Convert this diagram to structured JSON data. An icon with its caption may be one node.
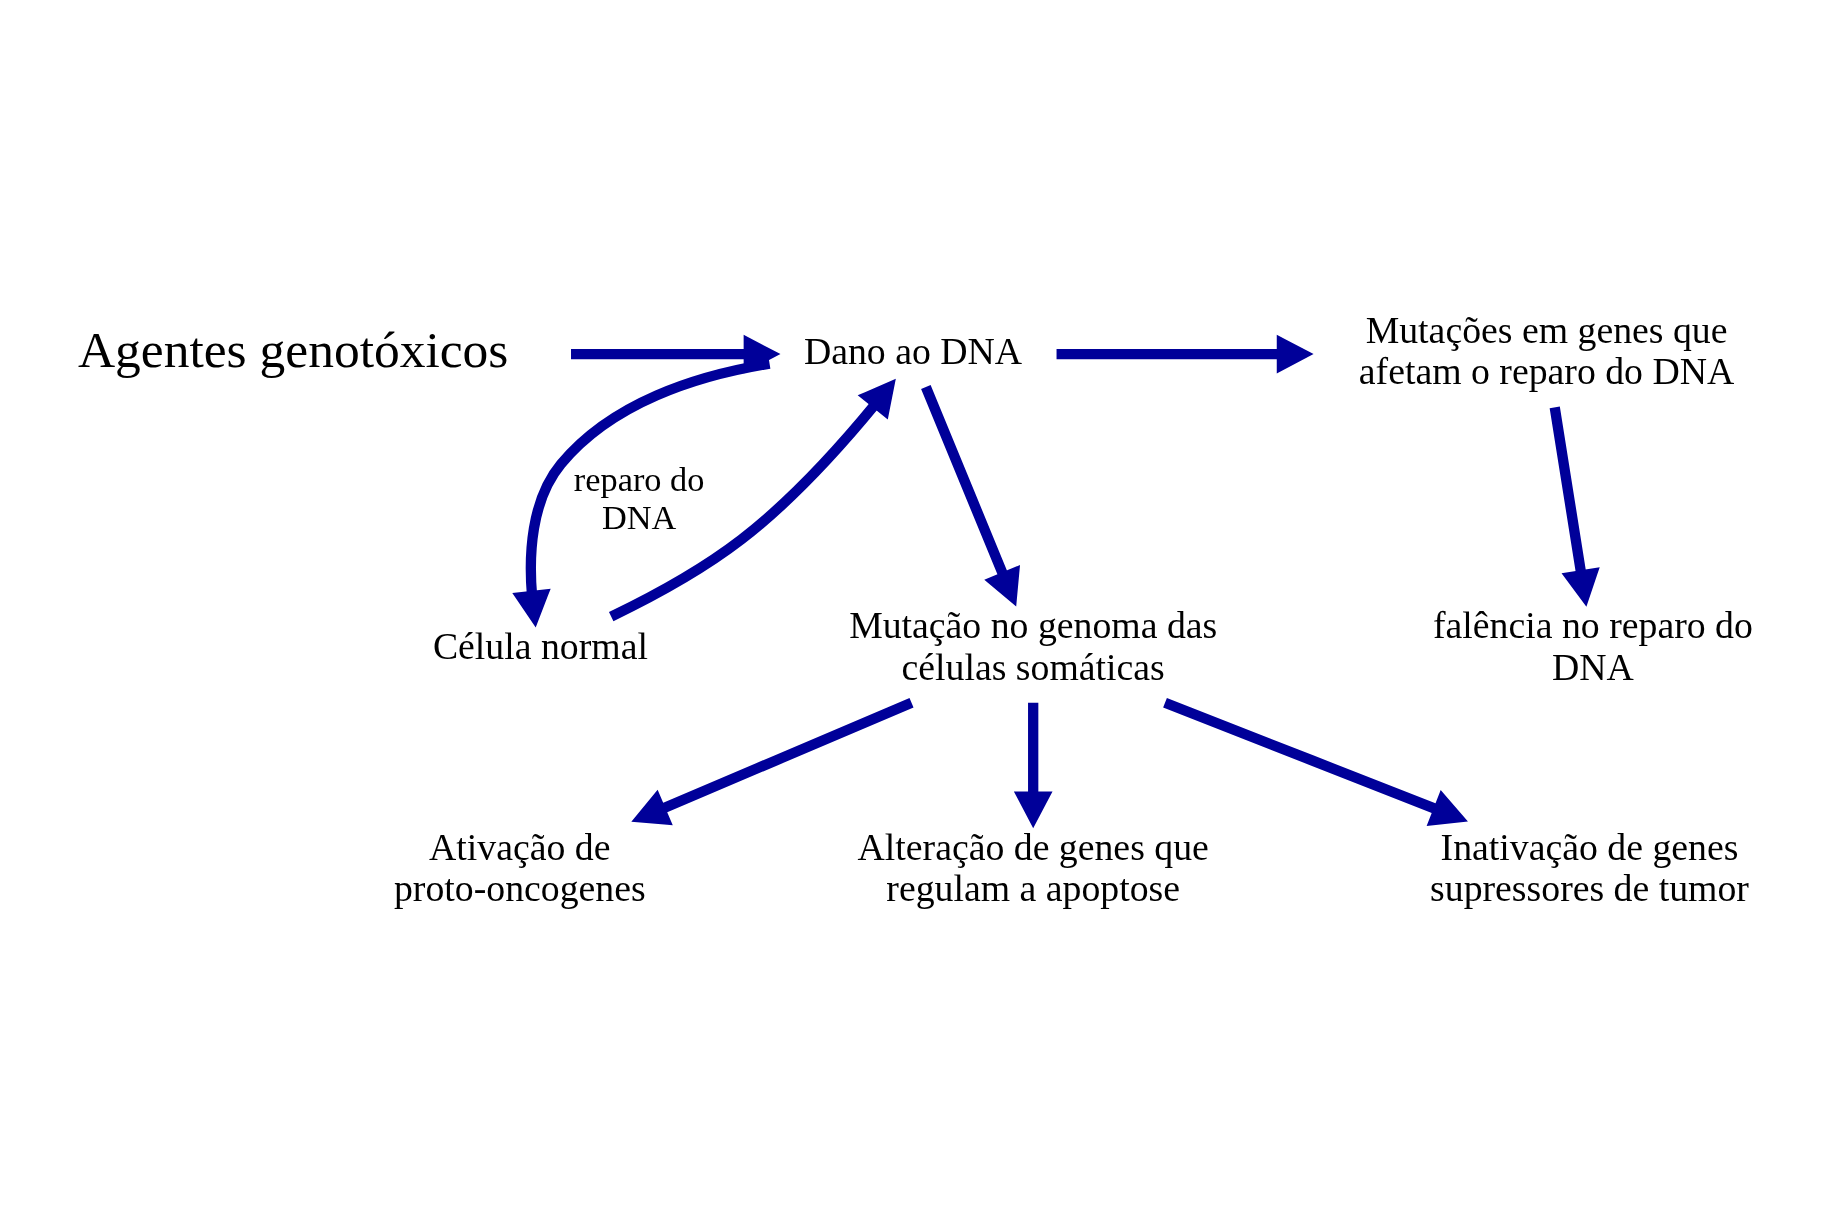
{
  "diagram": {
    "nodes": [
      {
        "text": [
          "Agentes genotóxicos"
        ]
      },
      {
        "text": [
          "Célula normal"
        ]
      },
      {
        "text": [
          "Dano ao DNA"
        ]
      },
      {
        "text": [
          "Mutações em genes que afetam o reparo do DNA"
        ]
      },
      {
        "text": [
          "falência no reparo do DNA"
        ]
      },
      {
        "text": [
          "Mutação no genoma das células somáticas"
        ]
      },
      {
        "text": [
          "Ativação de proto-oncogenes"
        ]
      },
      {
        "text": [
          "Alteração de genes que regulam a apoptose"
        ]
      },
      {
        "text": [
          "Inativação de genes supressores de tumor"
        ]
      }
    ],
    "edges": [
      {
        "from": 1,
        "to": 2,
        "arrow": "to"
      },
      {
        "from": 2,
        "to": 1,
        "arrow": "to",
        "label": "reparo do DNA"
      },
      {
        "from": 0,
        "to": 2,
        "arrow": "to"
      },
      {
        "from": 2,
        "to": 3,
        "arrow": "to"
      },
      {
        "from": 3,
        "to": 4,
        "arrow": "to"
      },
      {
        "from": 2,
        "to": 5,
        "arrow": "to"
      },
      {
        "from": 5,
        "to": 6,
        "arrow": "to"
      },
      {
        "from": 5,
        "to": 7,
        "arrow": "to"
      },
      {
        "from": 5,
        "to": 8,
        "arrow": "to"
      }
    ]
  }
}
